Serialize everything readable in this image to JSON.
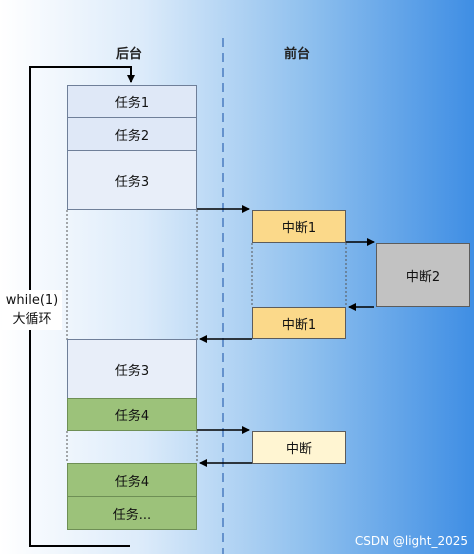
{
  "headers": {
    "background": "后台",
    "foreground": "前台"
  },
  "loop": {
    "line1": "while(1)",
    "line2": "大循环"
  },
  "tasks": [
    {
      "label": "任务1"
    },
    {
      "label": "任务2"
    },
    {
      "label": "任务3"
    },
    {
      "label": "任务3"
    },
    {
      "label": "任务4"
    },
    {
      "label": "任务4"
    },
    {
      "label": "任务..."
    }
  ],
  "interrupts": [
    {
      "label": "中断1"
    },
    {
      "label": "中断2"
    },
    {
      "label": "中断1"
    },
    {
      "label": "中断"
    }
  ],
  "watermark": "CSDN @light_2025",
  "colors": {
    "task_blue": "#dfe8f7",
    "task_green": "#9cc27a",
    "interrupt_yellow": "#fbd98a",
    "interrupt_grey": "#c2c2c2",
    "interrupt_light": "#fff5d2",
    "divider": "#4a7cc0"
  }
}
